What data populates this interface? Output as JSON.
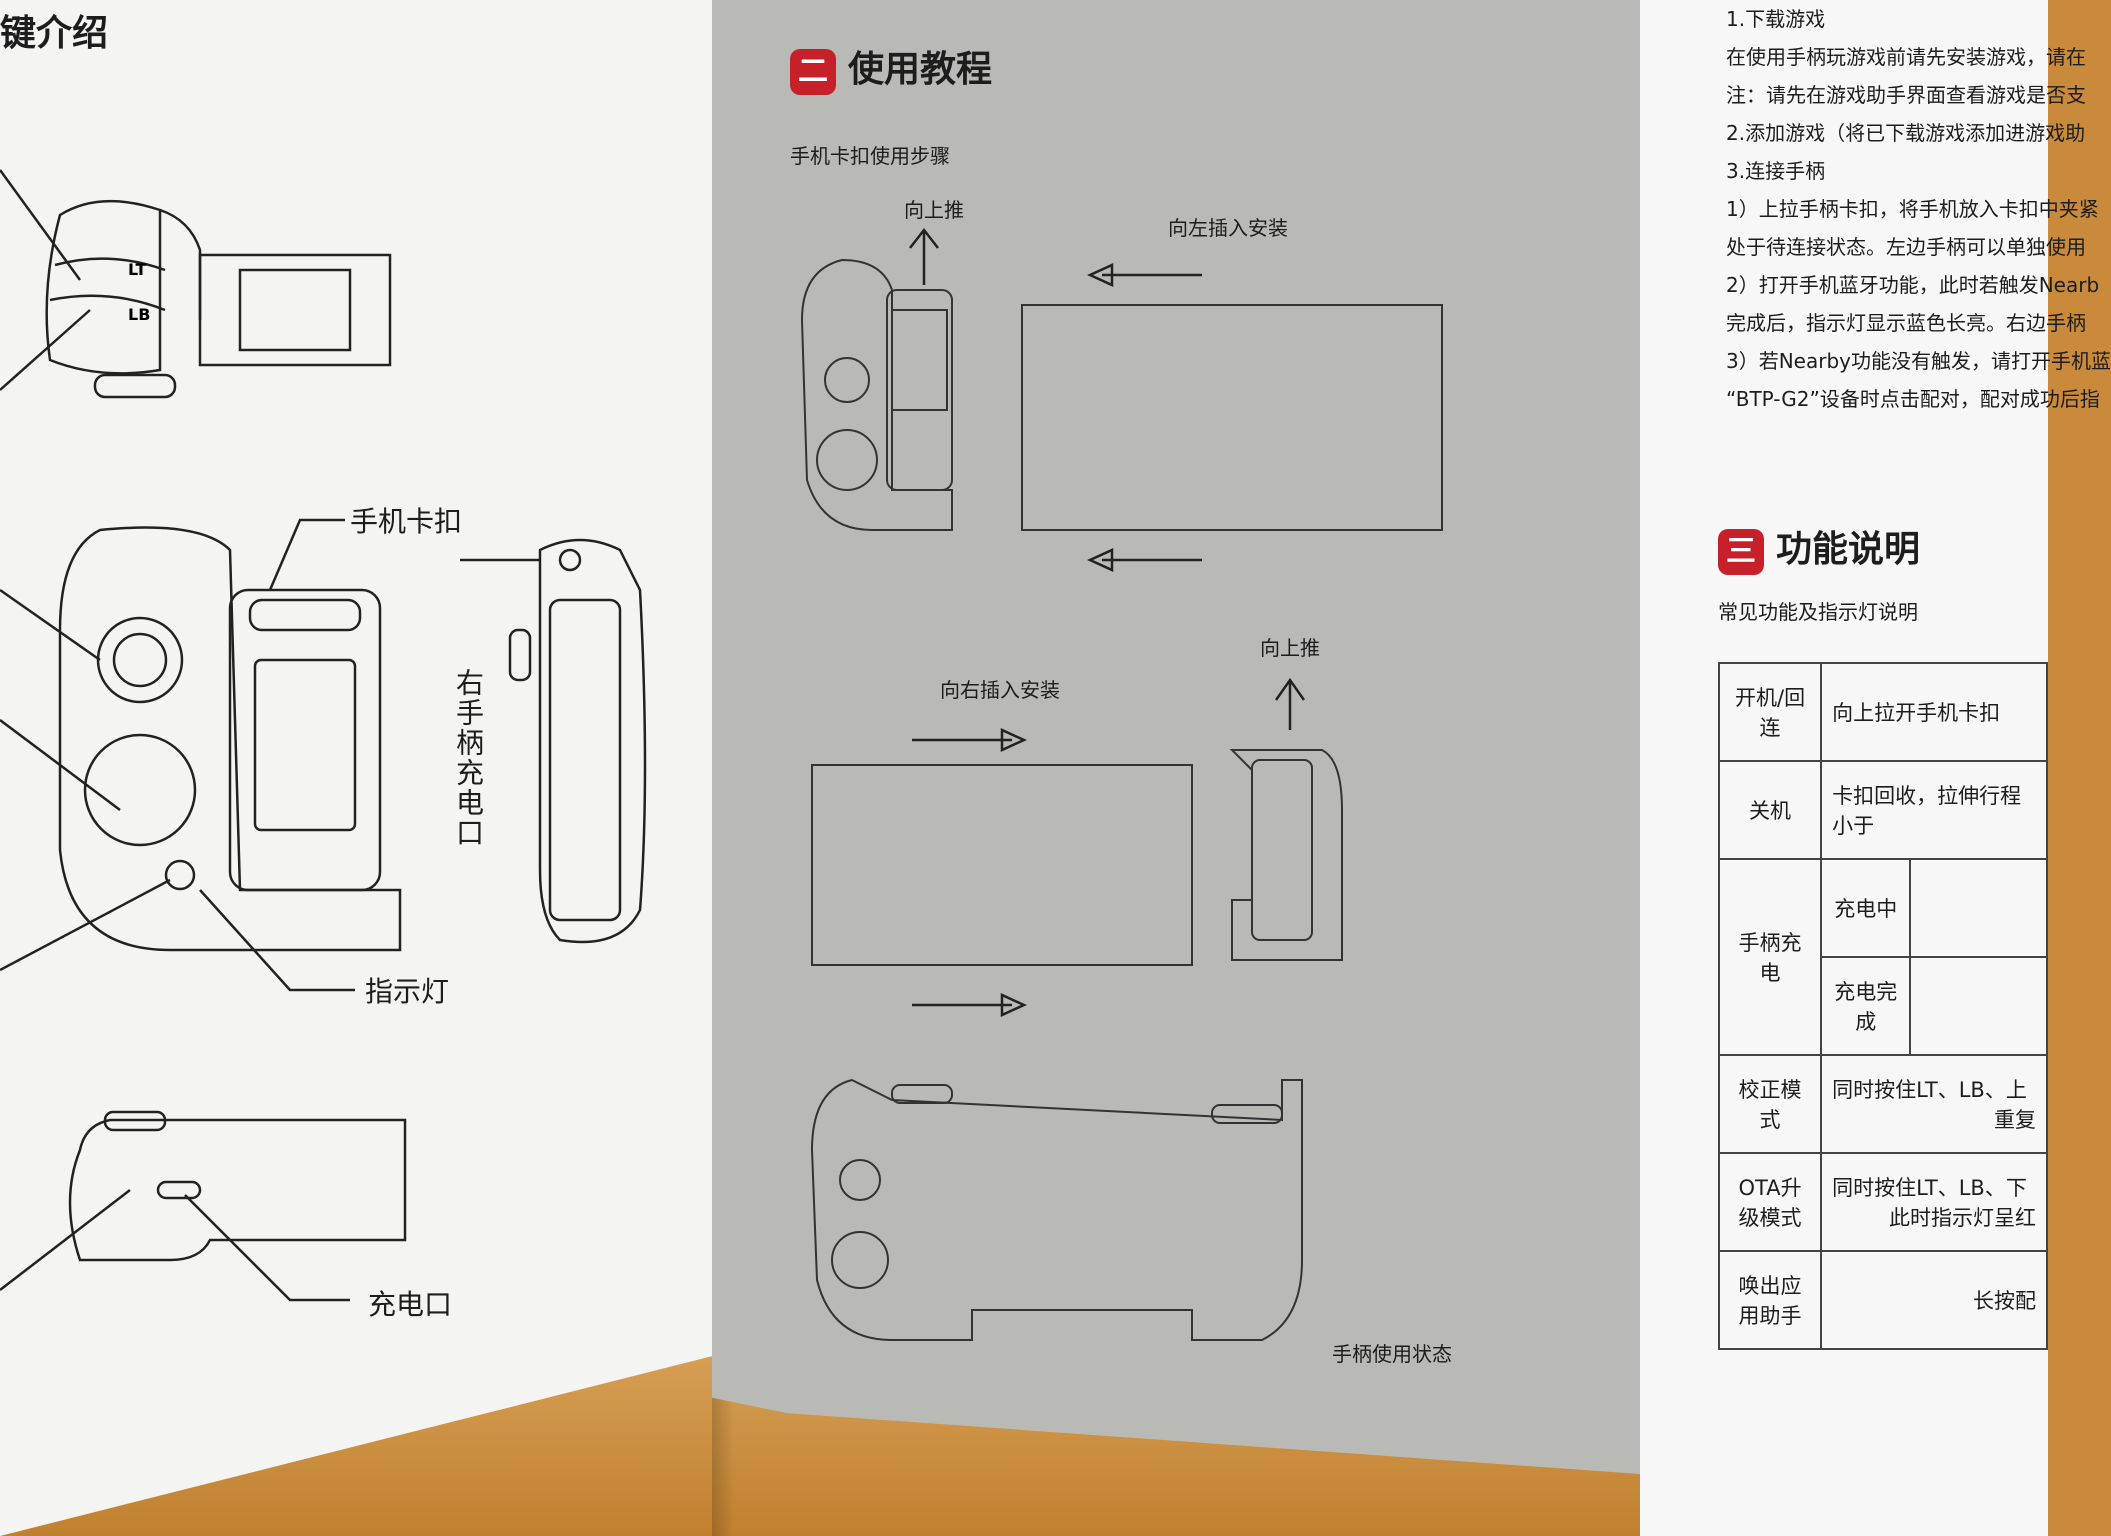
{
  "left_page": {
    "heading": "键介绍",
    "label_lt": "LT",
    "label_lb": "LB",
    "callout_clip": "手机卡扣",
    "callout_charge_port_right": "右手柄充电口",
    "callout_indicator": "指示灯",
    "callout_charge_port": "充电口"
  },
  "middle_page": {
    "badge": "二",
    "heading": "使用教程",
    "subheading": "手机卡扣使用步骤",
    "push_up_1": "向上推",
    "insert_left": "向左插入安装",
    "insert_right": "向右插入安装",
    "push_up_2": "向上推",
    "usage_state": "手柄使用状态"
  },
  "right_page": {
    "steps": [
      "1.下载游戏",
      "在使用手柄玩游戏前请先安装游戏，请在",
      "注：请先在游戏助手界面查看游戏是否支",
      "2.添加游戏（将已下载游戏添加进游戏助",
      "3.连接手柄",
      "1）上拉手柄卡扣，将手机放入卡扣中夹紧",
      "处于待连接状态。左边手柄可以单独使用",
      "2）打开手机蓝牙功能，此时若触发Nearb",
      "完成后，指示灯显示蓝色长亮。右边手柄",
      "3）若Nearby功能没有触发，请打开手机蓝",
      "“BTP-G2”设备时点击配对，配对成功后指"
    ],
    "badge": "三",
    "heading": "功能说明",
    "subheading": "常见功能及指示灯说明",
    "table": {
      "power_on": "开机/回连",
      "power_on_desc": "向上拉开手机卡扣",
      "power_off": "关机",
      "power_off_desc": "卡扣回收，拉伸行程小于",
      "charging": "手柄充电",
      "charging_in_progress": "充电中",
      "charging_done": "充电完成",
      "calibration": "校正模式",
      "calibration_desc_1": "同时按住LT、LB、上",
      "calibration_desc_2": "重复",
      "ota": "OTA升级模式",
      "ota_desc_1": "同时按住LT、LB、下",
      "ota_desc_2": "此时指示灯呈红",
      "assistant": "唤出应用助手",
      "assistant_desc": "长按配"
    }
  }
}
